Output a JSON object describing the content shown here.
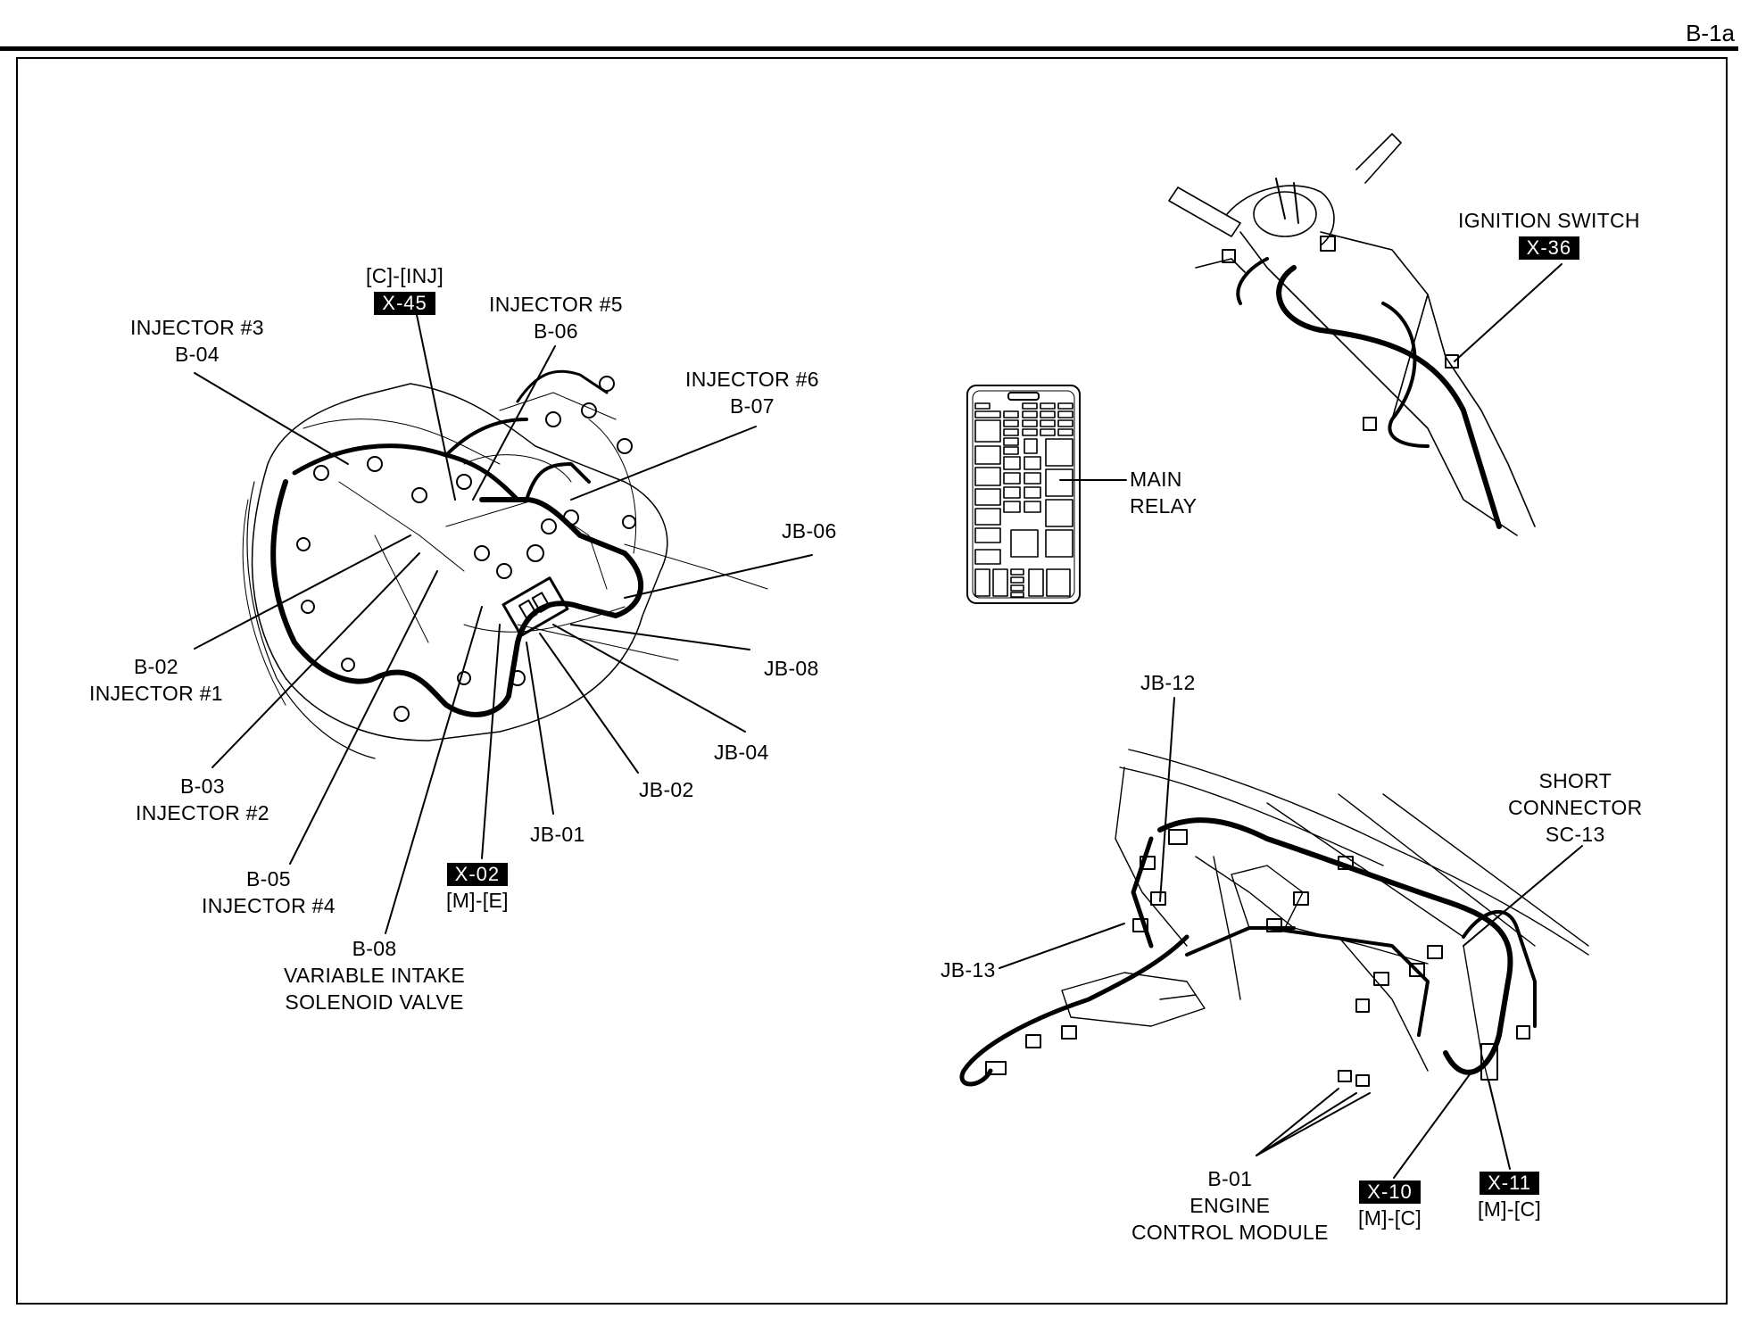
{
  "page": {
    "id": "B-1a"
  },
  "engine_bay": {
    "callouts": [
      {
        "key": "x45",
        "lines": [
          "[C]-[INJ]"
        ],
        "tag": "X-45",
        "tag_position": "below"
      },
      {
        "key": "inj5",
        "lines": [
          "INJECTOR #5",
          "B-06"
        ]
      },
      {
        "key": "inj3",
        "lines": [
          "INJECTOR #3",
          "B-04"
        ]
      },
      {
        "key": "inj6",
        "lines": [
          "INJECTOR #6",
          "B-07"
        ]
      },
      {
        "key": "jb06",
        "lines": [
          "JB-06"
        ]
      },
      {
        "key": "inj1",
        "lines": [
          "B-02",
          "INJECTOR #1"
        ]
      },
      {
        "key": "jb08",
        "lines": [
          "JB-08"
        ]
      },
      {
        "key": "jb04",
        "lines": [
          "JB-04"
        ]
      },
      {
        "key": "inj2",
        "lines": [
          "B-03",
          "INJECTOR #2"
        ]
      },
      {
        "key": "jb02",
        "lines": [
          "JB-02"
        ]
      },
      {
        "key": "jb01",
        "lines": [
          "JB-01"
        ]
      },
      {
        "key": "x02",
        "tag": "X-02",
        "lines": [
          "[M]-[E]"
        ],
        "tag_position": "above"
      },
      {
        "key": "inj4",
        "lines": [
          "B-05",
          "INJECTOR #4"
        ]
      },
      {
        "key": "b08",
        "lines": [
          "B-08",
          "VARIABLE INTAKE",
          "SOLENOID VALVE"
        ]
      }
    ]
  },
  "fuse_box": {
    "callouts": [
      {
        "key": "main_relay",
        "lines": [
          "MAIN",
          "RELAY"
        ]
      }
    ]
  },
  "steering_column": {
    "callouts": [
      {
        "key": "ign",
        "lines": [
          "IGNITION SWITCH"
        ],
        "tag": "X-36",
        "tag_position": "below"
      }
    ]
  },
  "dashboard": {
    "callouts": [
      {
        "key": "jb12",
        "lines": [
          "JB-12"
        ]
      },
      {
        "key": "sc13",
        "lines": [
          "SHORT",
          "CONNECTOR",
          "SC-13"
        ]
      },
      {
        "key": "jb13",
        "lines": [
          "JB-13"
        ]
      },
      {
        "key": "b01",
        "lines": [
          "B-01",
          "ENGINE",
          "CONTROL MODULE"
        ]
      },
      {
        "key": "x10",
        "tag": "X-10",
        "lines": [
          "[M]-[C]"
        ],
        "tag_position": "above"
      },
      {
        "key": "x11",
        "tag": "X-11",
        "lines": [
          "[M]-[C]"
        ],
        "tag_position": "above"
      }
    ]
  }
}
